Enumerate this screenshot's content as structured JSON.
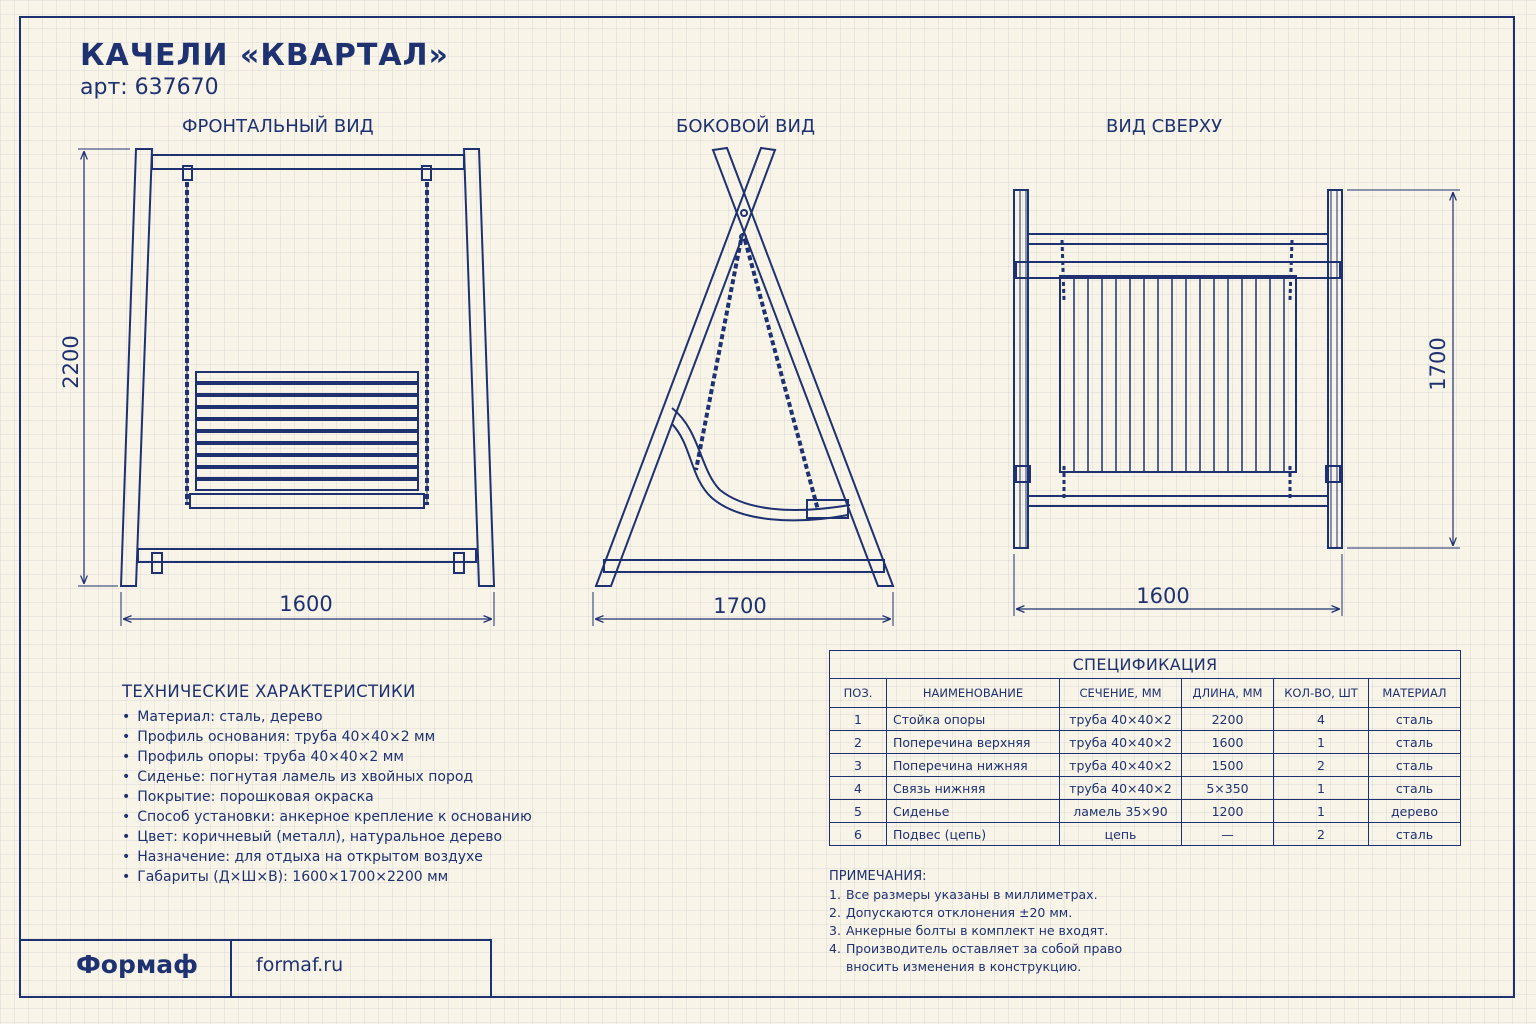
{
  "header": {
    "title": "КАЧЕЛИ «КВАРТАЛ»",
    "article": "арт: 637670"
  },
  "views": {
    "front": {
      "label": "ФРОНТАЛЬНЫЙ ВИД",
      "height_dim": "2200",
      "width_dim": "1600"
    },
    "side": {
      "label": "БОКОВОЙ ВИД",
      "width_dim": "1700"
    },
    "top": {
      "label": "ВИД СВЕРХУ",
      "width_dim": "1600",
      "depth_dim": "1700"
    }
  },
  "tech": {
    "title": "ТЕХНИЧЕСКИЕ ХАРАКТЕРИСТИКИ",
    "items": [
      "Материал: сталь, дерево",
      "Профиль основания: труба 40×40×2 мм",
      "Профиль опоры: труба 40×40×2 мм",
      "Сиденье: погнутая ламель из хвойных пород",
      "Покрытие: порошковая окраска",
      "Способ установки: анкерное крепление к основанию",
      "Цвет: коричневый (металл), натуральное дерево",
      "Назначение: для отдыха на открытом воздухе",
      "Габариты (Д×Ш×В): 1600×1700×2200 мм"
    ]
  },
  "spec": {
    "title": "СПЕЦИФИКАЦИЯ",
    "columns": [
      "ПОЗ.",
      "НАИМЕНОВАНИЕ",
      "СЕЧЕНИЕ, ММ",
      "ДЛИНА, ММ",
      "КОЛ-ВО, ШТ",
      "МАТЕРИАЛ"
    ],
    "rows": [
      [
        "1",
        "Стойка опоры",
        "труба 40×40×2",
        "2200",
        "4",
        "сталь"
      ],
      [
        "2",
        "Поперечина верхняя",
        "труба 40×40×2",
        "1600",
        "1",
        "сталь"
      ],
      [
        "3",
        "Поперечина нижняя",
        "труба 40×40×2",
        "1500",
        "2",
        "сталь"
      ],
      [
        "4",
        "Связь нижняя",
        "труба 40×40×2",
        "5×350",
        "1",
        "сталь"
      ],
      [
        "5",
        "Сиденье",
        "ламель 35×90",
        "1200",
        "1",
        "дерево"
      ],
      [
        "6",
        "Подвес (цепь)",
        "цепь",
        "—",
        "2",
        "сталь"
      ]
    ]
  },
  "notes": {
    "title": "ПРИМЕЧАНИЯ:",
    "items": [
      {
        "num": "1.",
        "text": "Все размеры указаны в миллиметрах."
      },
      {
        "num": "2.",
        "text": "Допускаются отклонения ±20 мм."
      },
      {
        "num": "3.",
        "text": "Анкерные болты в комплект не входят."
      },
      {
        "num": "4.",
        "text": "Производитель оставляет за собой право вносить изменения в конструкцию."
      }
    ]
  },
  "footer": {
    "brand": "Формаф",
    "site": "formaf.ru"
  },
  "colors": {
    "ink": "#1e3170",
    "paper": "#f8f4e8"
  }
}
